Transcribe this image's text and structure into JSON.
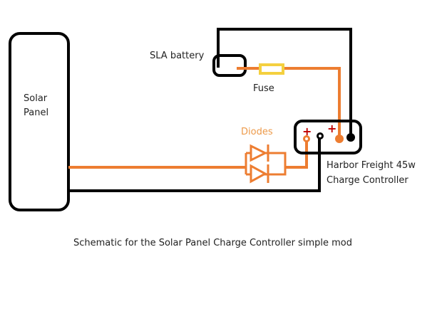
{
  "diagram": {
    "caption": "Schematic for the Solar Panel Charge Controller simple mod",
    "components": {
      "solar_panel": {
        "label_line1": "Solar",
        "label_line2": "Panel"
      },
      "battery": {
        "label": "SLA battery"
      },
      "fuse": {
        "label": "Fuse"
      },
      "diodes": {
        "label": "Diodes"
      },
      "controller": {
        "label_line1": "Harbor Freight 45w",
        "label_line2": "Charge Controller",
        "plus1": "+",
        "plus2": "+"
      }
    },
    "colors": {
      "black_wire": "#000000",
      "orange_wire": "#ED7D31",
      "fuse_yellow": "#F4D03F",
      "plus_red": "#C00000",
      "diode_label": "#ED9A4A"
    }
  }
}
